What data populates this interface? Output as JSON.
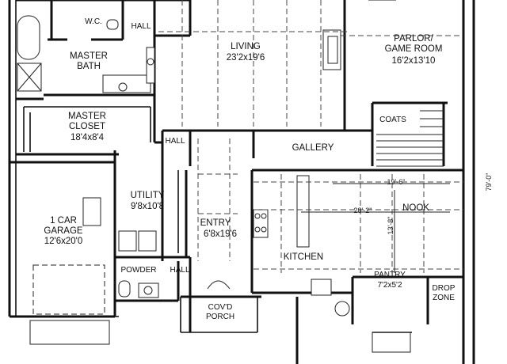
{
  "rooms": {
    "wc": {
      "name": "W.C."
    },
    "hall_top": {
      "name": "HALL"
    },
    "living": {
      "name": "LIVING",
      "size": "23'2x19'6"
    },
    "parlor": {
      "name1": "PARLOR/",
      "name2": "GAME ROOM",
      "size": "16'2x13'10"
    },
    "master_bath": {
      "name1": "MASTER",
      "name2": "BATH"
    },
    "master_closet": {
      "name1": "MASTER",
      "name2": "CLOSET",
      "size": "18'4x8'4"
    },
    "coats": {
      "name": "COATS"
    },
    "hall_mid": {
      "name": "HALL"
    },
    "gallery": {
      "name": "GALLERY"
    },
    "utility": {
      "name": "UTILITY",
      "size": "9'8x10'8"
    },
    "garage": {
      "name1": "1 CAR",
      "name2": "GARAGE",
      "size": "12'6x20'0"
    },
    "entry": {
      "name": "ENTRY",
      "size": "6'8x19'6"
    },
    "nook": {
      "name": "NOOK"
    },
    "kitchen": {
      "name": "KITCHEN"
    },
    "powder": {
      "name": "POWDER"
    },
    "hall_low": {
      "name": "HALL"
    },
    "porch": {
      "name1": "COV'D",
      "name2": "PORCH"
    },
    "pantry": {
      "name": "PANTRY",
      "size": "7'2x5'2"
    },
    "drop_zone": {
      "name1": "DROP",
      "name2": "ZONE"
    }
  },
  "dimensions": {
    "overall_depth": "79'-0\"",
    "kitchen_width": "19'-6\"",
    "nook_span": "28'-2\"",
    "kitchen_depth": "13'-8\""
  }
}
